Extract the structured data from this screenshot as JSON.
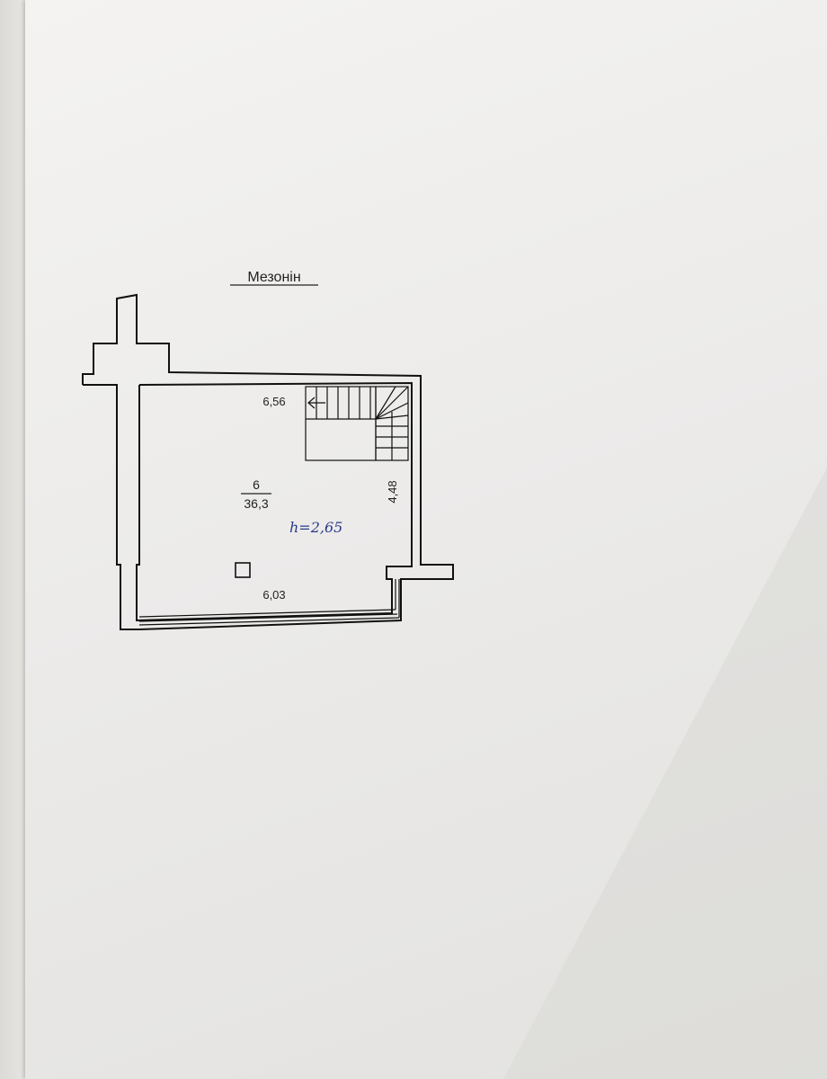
{
  "plan": {
    "title": "Мезонін",
    "room": {
      "number": "6",
      "area": "36,3"
    },
    "height_note": "h=2,65",
    "dimensions": {
      "top": "6,56",
      "right": "4,48",
      "bottom": "6,03"
    }
  },
  "colors": {
    "paper": "#efeeec",
    "ink": "#222222",
    "handwriting": "#2a3a8a"
  }
}
